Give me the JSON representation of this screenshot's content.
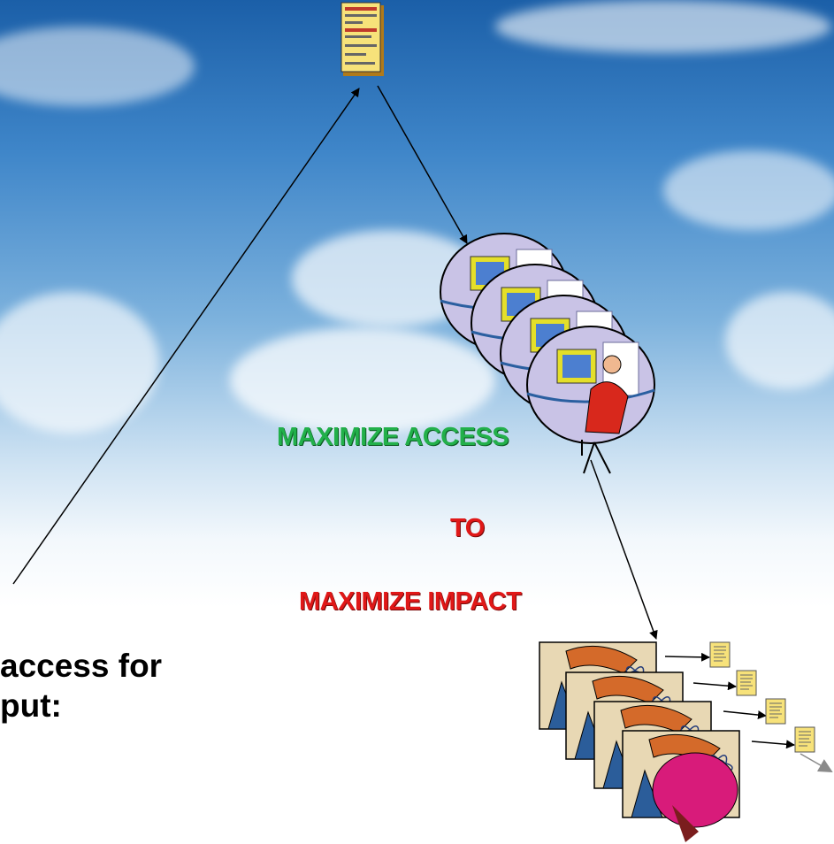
{
  "labels": {
    "maximize_access": "MAXIMIZE ACCESS",
    "to": "TO",
    "maximize_impact": "MAXIMIZE IMPACT"
  },
  "body_text": {
    "line1": "access for",
    "line2": "put:"
  },
  "colors": {
    "access_green": "#22b04a",
    "impact_red": "#e01818",
    "sky_top": "#1b5fa8",
    "document_yellow": "#f7e27a"
  },
  "icons": [
    "document-icon",
    "computer-user-icon",
    "researcher-icon",
    "arrow-icon"
  ]
}
